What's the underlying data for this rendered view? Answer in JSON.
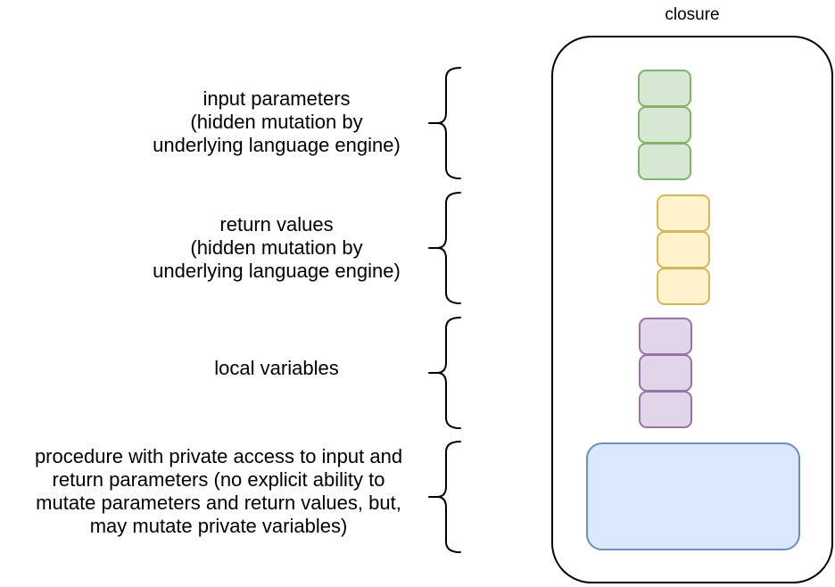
{
  "diagram": {
    "title": "closure",
    "container_border": "#000000",
    "brace_color": "#000000",
    "text_color": "#000000",
    "groups": [
      {
        "name": "input-parameters",
        "label": "input parameters\n(hidden mutation by\nunderlying language engine)",
        "box_count": 3,
        "box_fill": "#d5e8d4",
        "box_stroke": "#82b366"
      },
      {
        "name": "return-values",
        "label": "return values\n(hidden mutation by\nunderlying language engine)",
        "box_count": 3,
        "box_fill": "#fff2cc",
        "box_stroke": "#d6b656"
      },
      {
        "name": "local-variables",
        "label": "local variables",
        "box_count": 3,
        "box_fill": "#e1d5e7",
        "box_stroke": "#9673a6"
      },
      {
        "name": "procedure",
        "label": "procedure with private access to input and\nreturn parameters (no explicit ability to\nmutate parameters and return values, but,\nmay mutate private variables)",
        "box_count": 1,
        "box_fill": "#dae8fc",
        "box_stroke": "#6c8ebf"
      }
    ]
  }
}
